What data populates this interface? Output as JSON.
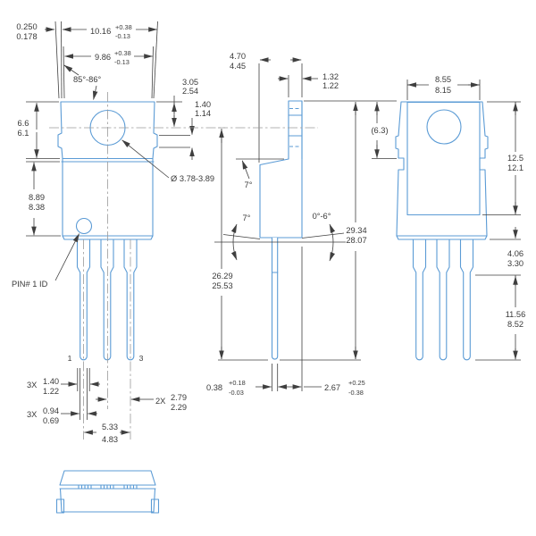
{
  "drawing_type": "package-outline-technical-drawing",
  "colors": {
    "part_outline": "#5b9bd5",
    "dimension_lines": "#3f3f3f",
    "centerlines": "#9b9b9b",
    "background": "#ffffff"
  },
  "front": {
    "offset": {
      "max": "0.250",
      "min": "0.178"
    },
    "width_outer": {
      "val": "10.16",
      "plus": "+0.38",
      "minus": "-0.13"
    },
    "width_inner": {
      "val": "9.86",
      "plus": "+0.38",
      "minus": "-0.13"
    },
    "draft_angle": "85°-86°",
    "top_to_hole": {
      "max": "3.05",
      "min": "2.54"
    },
    "bump_height": {
      "max": "1.40",
      "min": "1.14"
    },
    "tab_height": {
      "max": "6.6",
      "min": "6.1"
    },
    "body_height": {
      "max": "8.89",
      "min": "8.38"
    },
    "hole_dia": "Ø 3.78-3.89",
    "pin1_callout": "PIN# 1 ID",
    "pin_numbers": {
      "first": "1",
      "last": "3"
    },
    "lead_width": {
      "qty": "3X",
      "max": "1.40",
      "min": "1.22"
    },
    "lead_thickness": {
      "qty": "3X",
      "max": "0.94",
      "min": "0.69"
    },
    "lead_pitch": {
      "qty": "2X",
      "max": "2.79",
      "min": "2.29"
    },
    "lead_span": {
      "max": "5.33",
      "min": "4.83"
    }
  },
  "side": {
    "body_depth": {
      "max": "4.70",
      "min": "4.45"
    },
    "tab_thickness": {
      "max": "1.32",
      "min": "1.22"
    },
    "draft_top": "7°",
    "draft_bottom": "7°",
    "lead_draft": "0°-6°",
    "overall_height": {
      "max": "29.34",
      "min": "28.07"
    },
    "lead_length": {
      "max": "26.29",
      "min": "25.53"
    },
    "lead_thk": {
      "val": "0.38",
      "plus": "+0.18",
      "minus": "-0.03"
    },
    "lead_offset": {
      "val": "2.67",
      "plus": "+0.25",
      "minus": "-0.38"
    }
  },
  "rear": {
    "tab_width": {
      "max": "8.55",
      "min": "8.15"
    },
    "ref_height": "(6.3)",
    "tab_region_height": {
      "max": "12.5",
      "min": "12.1"
    },
    "shoulder_length": {
      "max": "4.06",
      "min": "3.30"
    },
    "lead_tip_length": {
      "max": "11.56",
      "min": "8.52"
    }
  }
}
